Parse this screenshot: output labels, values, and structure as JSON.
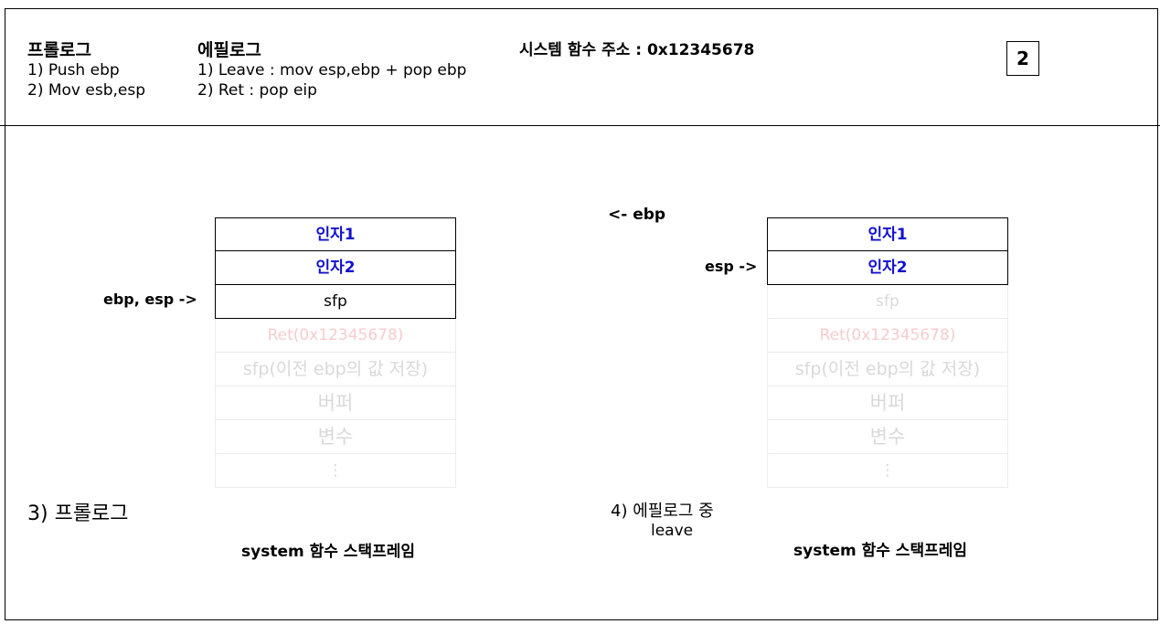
{
  "header": {
    "prologue": {
      "title": "프롤로그",
      "steps": [
        "1) Push ebp",
        "2) Mov esb,esp"
      ]
    },
    "epilogue": {
      "title": "에필로그",
      "steps": [
        "1) Leave : mov esp,ebp + pop ebp",
        "2) Ret : pop eip"
      ]
    },
    "system_addr": "시스템 함수 주소 : 0x12345678",
    "page_number": "2"
  },
  "left_diagram": {
    "pointer_label": "ebp, esp ->",
    "cells": [
      "인자1",
      "인자2",
      "sfp",
      "Ret(0x12345678)",
      "sfp(이전 ebp의 값 저장)",
      "버퍼",
      "변수",
      "⋮"
    ],
    "step_label": "3) 프롤로그",
    "caption": "system 함수 스택프레임"
  },
  "right_diagram": {
    "ebp_label": "<- ebp",
    "esp_label": "esp ->",
    "cells": [
      "인자1",
      "인자2",
      "sfp",
      "Ret(0x12345678)",
      "sfp(이전 ebp의 값 저장)",
      "버퍼",
      "변수",
      "⋮"
    ],
    "step_label": "4) 에필로그 중",
    "step_sub": "leave",
    "caption": "system 함수 스택프레임"
  },
  "colors": {
    "arg_text": "#1010d0",
    "faded_text": "#d9d9d9",
    "ret_faded": "#f7cccc"
  }
}
